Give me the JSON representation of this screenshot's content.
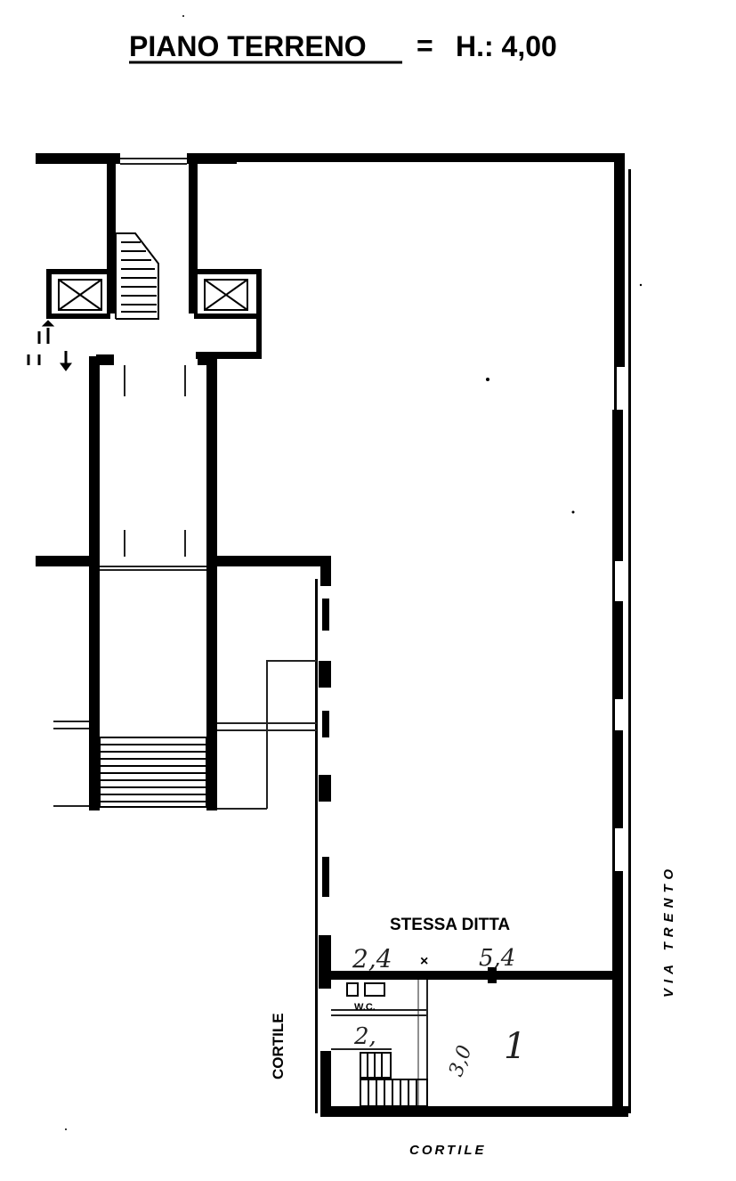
{
  "title": {
    "floor": "PIANO TERRENO",
    "separator": "=",
    "height": "H.: 4,00"
  },
  "labels": {
    "stessa_ditta": "STESSA DITTA",
    "via_trento": "VIA TRENTO",
    "cortile_left": "CORTILE",
    "cortile_bottom": "CORTILE",
    "wc": "W.C."
  },
  "handwritten": {
    "dim_a": "2,4",
    "dim_b": "5,4",
    "dim_c": "2,",
    "dim_d": "3,0",
    "unit_mark": "1"
  },
  "colors": {
    "wall": "#000000",
    "paper": "#ffffff",
    "thin_line": "#222222"
  }
}
